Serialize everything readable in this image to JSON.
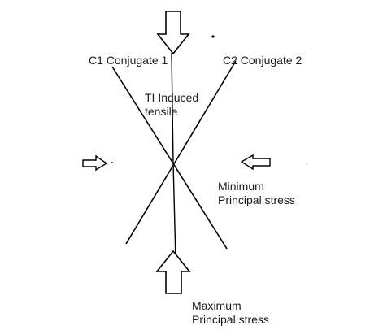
{
  "labels": {
    "c1": "C1 Conjugate 1",
    "c2": "C2 Conjugate 2",
    "t1_line1": "TI Induced",
    "t1_line2": "tensile",
    "min_line1": "Minimum",
    "min_line2": "Principal stress",
    "max_line1": "Maximum",
    "max_line2": "Principal stress"
  },
  "colors": {
    "stroke": "#000000",
    "text": "#1a1a1a"
  }
}
